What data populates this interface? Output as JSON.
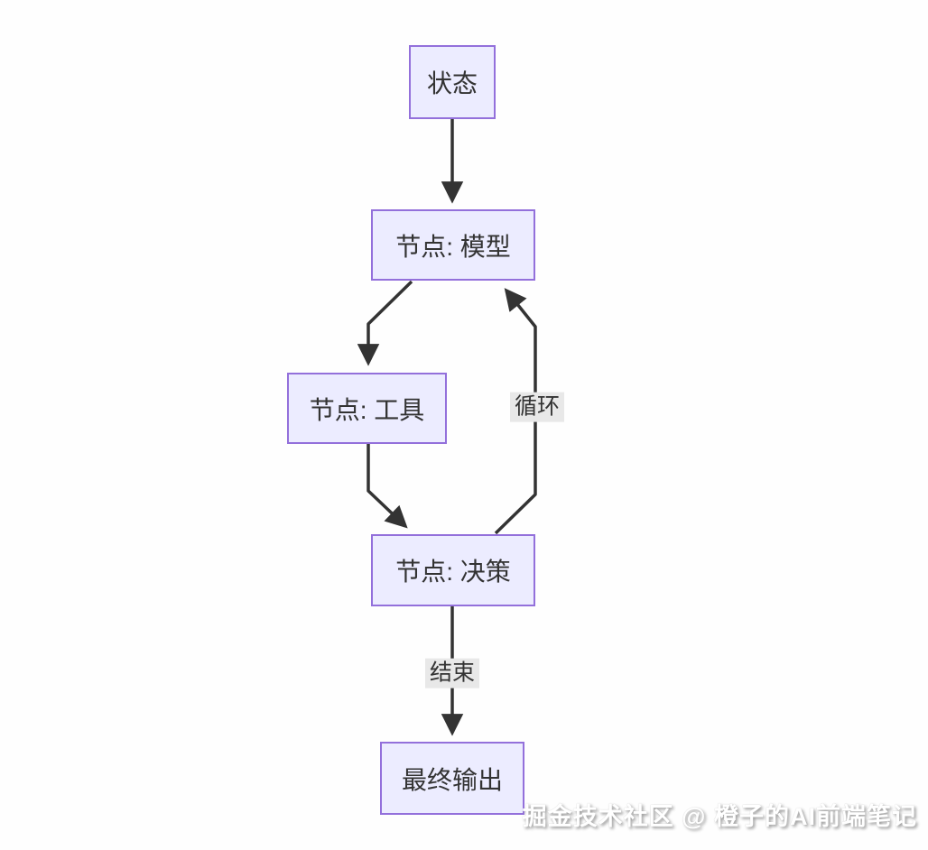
{
  "diagram": {
    "type": "flowchart",
    "direction": "top-down",
    "nodes": [
      {
        "id": "state",
        "label": "状态"
      },
      {
        "id": "model",
        "label": "节点: 模型"
      },
      {
        "id": "tool",
        "label": "节点: 工具"
      },
      {
        "id": "decision",
        "label": "节点: 决策"
      },
      {
        "id": "output",
        "label": "最终输出"
      }
    ],
    "edges": [
      {
        "from": "state",
        "to": "model",
        "label": ""
      },
      {
        "from": "model",
        "to": "tool",
        "label": ""
      },
      {
        "from": "tool",
        "to": "decision",
        "label": ""
      },
      {
        "from": "decision",
        "to": "model",
        "label": "循环"
      },
      {
        "from": "decision",
        "to": "output",
        "label": "结束"
      }
    ],
    "colors": {
      "node_fill": "#ECECFF",
      "node_border": "#9370DB",
      "node_text": "#333333",
      "edge_stroke": "#333333",
      "edge_label_bg": "#e8e8e8",
      "background": "#fefefe"
    }
  },
  "watermark": {
    "text": "掘金技术社区 @ 橙子的AI前端笔记"
  }
}
